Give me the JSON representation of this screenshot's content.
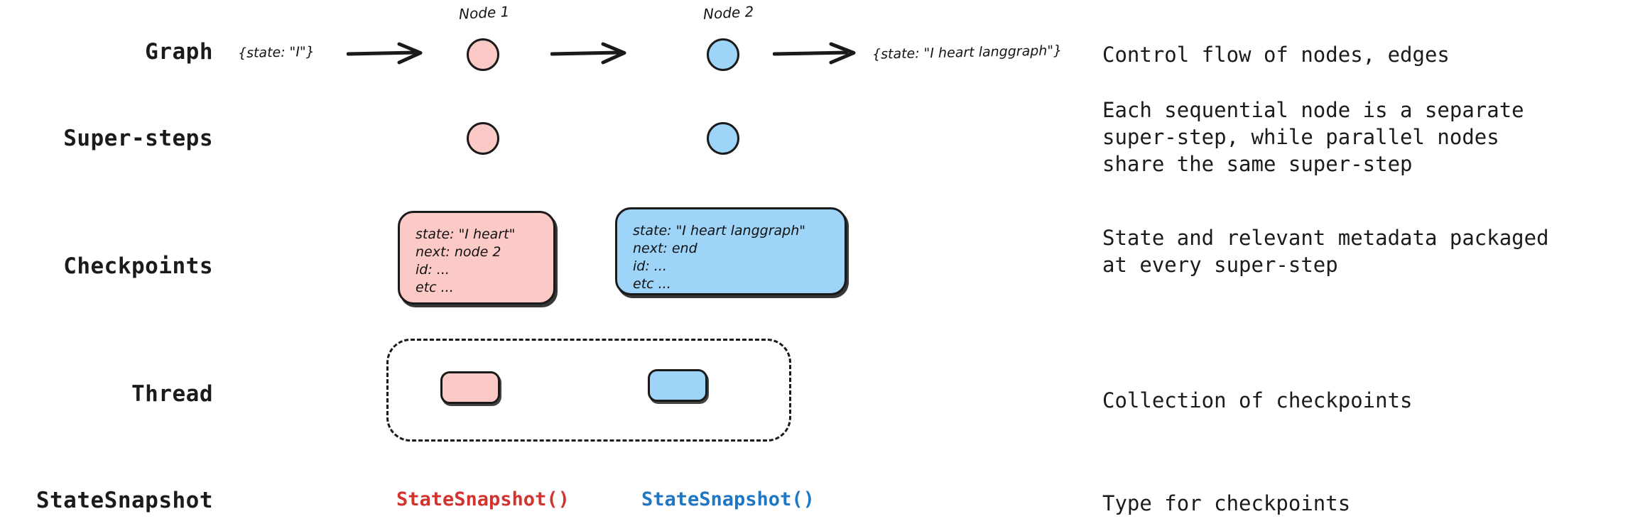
{
  "rows": [
    {
      "label": "Graph",
      "description": "Control flow of nodes, edges"
    },
    {
      "label": "Super-steps",
      "description": "Each sequential node is a separate\nsuper-step, while parallel nodes\nshare the same super-step"
    },
    {
      "label": "Checkpoints",
      "description": "State and relevant metadata packaged\nat every super-step"
    },
    {
      "label": "Thread",
      "description": "Collection of checkpoints"
    },
    {
      "label": "StateSnapshot",
      "description": "Type for checkpoints"
    }
  ],
  "graph_row": {
    "input_state": "{state: \"I\"}",
    "output_state": "{state: \"I heart langgraph\"}",
    "node1_tag": "Node 1",
    "node2_tag": "Node 2"
  },
  "checkpoints": {
    "pink": {
      "lines": [
        "state: \"I heart\"",
        "next: node 2",
        "id: ...",
        "etc ..."
      ]
    },
    "blue": {
      "lines": [
        "state: \"I heart langgraph\"",
        "next: end",
        "id: ...",
        "etc ..."
      ]
    }
  },
  "statesnapshot_row": {
    "pink_label": "StateSnapshot()",
    "blue_label": "StateSnapshot()"
  },
  "colors": {
    "pink_fill": "#FBC9C6",
    "blue_fill": "#9DD4F7",
    "stroke": "#1A1A1A",
    "text": "#1B1B1B",
    "snapshot_red": "#D1342F",
    "snapshot_blue": "#1F77C4",
    "background": "#FFFFFF"
  }
}
